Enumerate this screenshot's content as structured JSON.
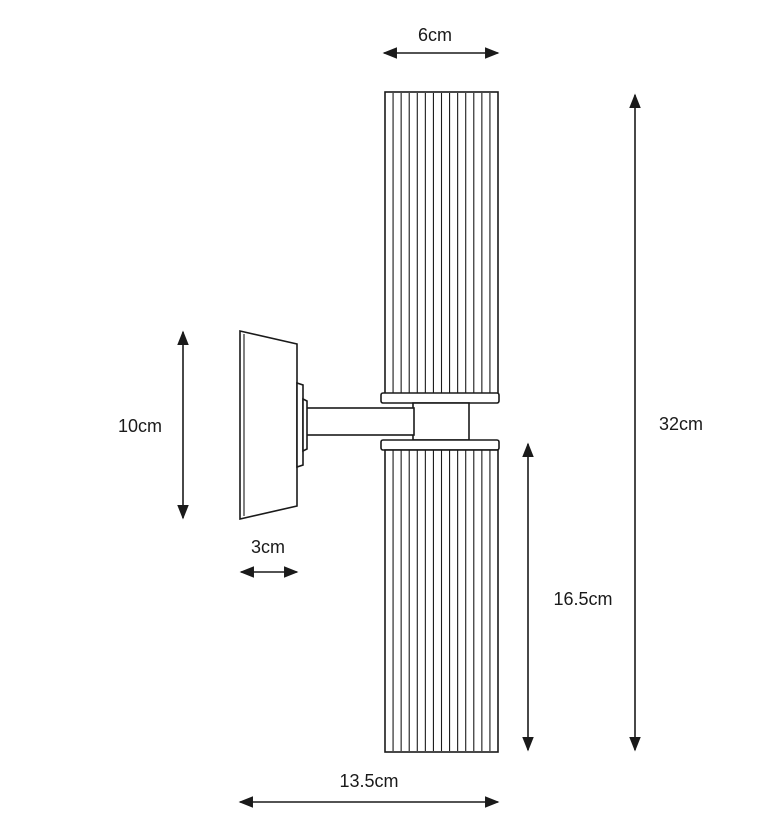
{
  "diagram": {
    "dimensions": {
      "shade_width": "6cm",
      "total_height": "32cm",
      "backplate_height": "10cm",
      "backplate_depth": "3cm",
      "shade_height": "16.5cm",
      "total_projection": "13.5cm"
    },
    "colors": {
      "line": "#1a1a1a",
      "background": "#ffffff"
    }
  }
}
